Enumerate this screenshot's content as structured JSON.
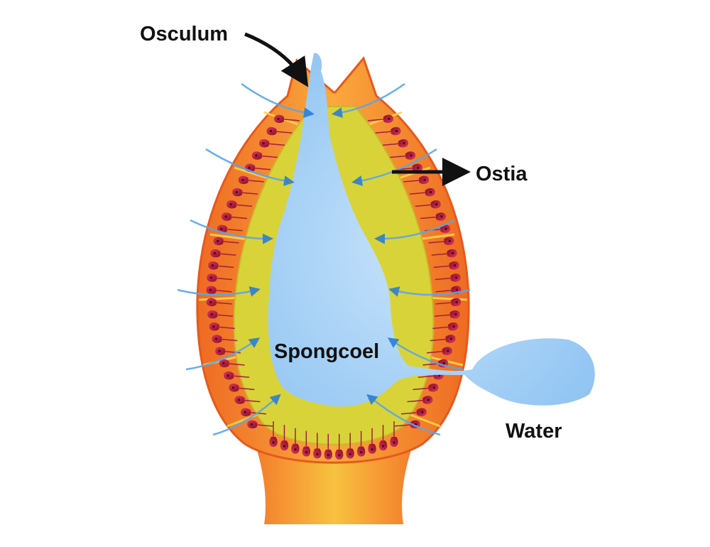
{
  "labels": {
    "osculum": "Osculum",
    "ostia": "Ostia",
    "spongocoel": "Spongcoel",
    "water": "Water"
  },
  "colors": {
    "outer_wall": "#f7922f",
    "outer_wall_edge": "#e8581c",
    "mesohyl": "#d9d33a",
    "water": "#90c8f5",
    "water_arrow": "#2a7fd4",
    "collar_cell": "#c4173f",
    "label_arrow": "#111111"
  },
  "icons": {
    "collar_cell": "choanocyte-icon",
    "flow_arrow": "water-flow-arrow-icon"
  }
}
